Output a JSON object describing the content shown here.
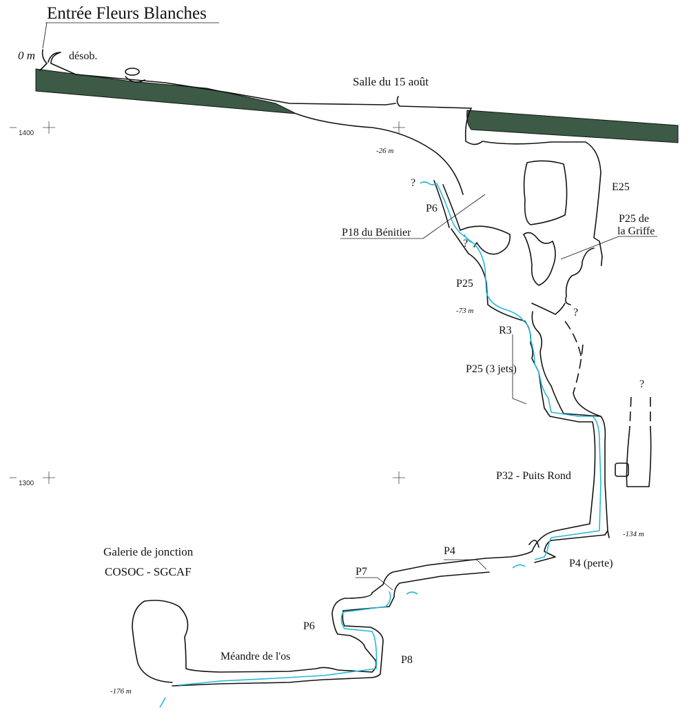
{
  "title": "Entrée Fleurs Blanches",
  "labels": {
    "zero": "0 m",
    "desob": "désob.",
    "salle15": "Salle du 15 août",
    "d26": "-26 m",
    "e25": "E25",
    "p6a": "P6",
    "q1": "?",
    "p18": "P18 du Bénitier",
    "q2": "?",
    "p25griffe_1": "P25 de",
    "p25griffe_2": "la Griffe",
    "p25": "P25",
    "d73": "-73 m",
    "q3": "?",
    "r3": "R3",
    "p25jets": "P25 (3 jets)",
    "q4": "?",
    "p32": "P32 - Puits Rond",
    "d134": "-134 m",
    "galerie_1": "Galerie de jonction",
    "galerie_2": "COSOC - SGCAF",
    "p4": "P4",
    "p4perte": "P4 (perte)",
    "p7": "P7",
    "p6b": "P6",
    "p8": "P8",
    "meandre": "Méandre de l'os",
    "d176": "-176 m"
  },
  "grid": {
    "y1400": "1400",
    "y1300": "1300"
  },
  "colors": {
    "water": "#21b8d8",
    "rock": "#3c5a46",
    "line": "#111111"
  }
}
